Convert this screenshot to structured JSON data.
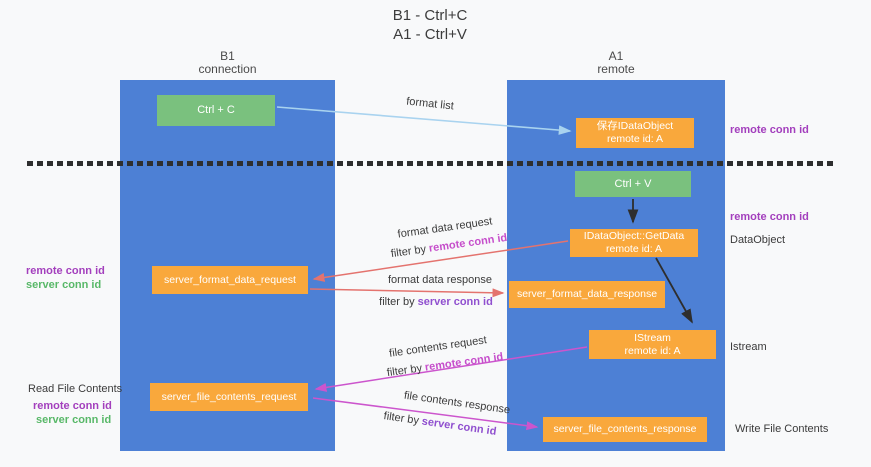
{
  "title": {
    "line1": "B1 - Ctrl+C",
    "line2": "A1 - Ctrl+V"
  },
  "columns": {
    "left": {
      "name": "B1",
      "role": "connection"
    },
    "right": {
      "name": "A1",
      "role": "remote"
    }
  },
  "boxes": {
    "ctrl_c": "Ctrl + C",
    "ctrl_v": "Ctrl + V",
    "save_idataobject": {
      "line1": "保存IDataObject",
      "line2": "remote id: A"
    },
    "getdata": {
      "line1": "IDataObject::GetData",
      "line2": "remote id: A"
    },
    "istream": {
      "line1": "IStream",
      "line2": "remote id: A"
    },
    "format_request": "server_format_data_request",
    "format_response": "server_format_data_response",
    "file_request": "server_file_contents_request",
    "file_response": "server_file_contents_response"
  },
  "labels": {
    "format_list": "format list",
    "format_data_request": "format data request",
    "format_data_response": "format data response",
    "file_contents_request": "file contents request",
    "file_contents_response": "file contents response",
    "filter_by": "filter by",
    "remote_conn_id": "remote conn id",
    "server_conn_id": "server conn id"
  },
  "annotations": {
    "right_remote_conn_id_top": "remote conn id",
    "right_remote_conn_id_mid": "remote conn id",
    "dataobject": "DataObject",
    "istream": "Istream",
    "write_file_contents": "Write File Contents",
    "read_file_contents": "Read File Contents",
    "left_remote_conn_id_1": "remote conn id",
    "left_server_conn_id_1": "server conn id",
    "left_remote_conn_id_2": "remote conn id",
    "left_server_conn_id_2": "server conn id"
  },
  "colors": {
    "bg": "#f8f9fa",
    "col_blue": "#4d80d5",
    "box_green": "#7ac17e",
    "box_orange": "#f9a83c",
    "text_dark": "#3b3b3b",
    "purple": "#a33fbd",
    "green_text": "#58b868",
    "magenta": "#c64ecb",
    "violet": "#9050cf",
    "arrow_blue": "#a9d3ef",
    "arrow_red": "#e4736e",
    "arrow_magenta": "#cc55cd",
    "arrow_black": "#2e2e2e"
  }
}
